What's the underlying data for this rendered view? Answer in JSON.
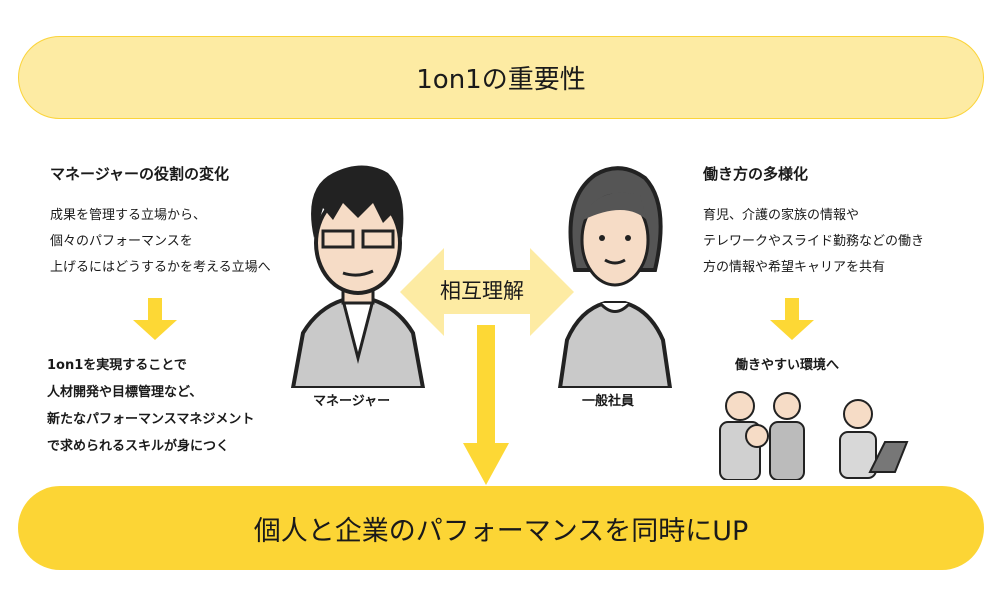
{
  "title": "1on1の重要性",
  "conclusion": "個人と企業のパフォーマンスを同時にUP",
  "center_label": "相互理解",
  "manager": {
    "heading": "マネージャーの役割の変化",
    "lines": [
      "成果を管理する立場から、",
      "個々のパフォーマンスを",
      "上げるにはどうするかを考える立場へ"
    ],
    "result_lines": [
      "1on1を実現することで",
      "人材開発や目標管理など、",
      "新たなパフォーマンスマネジメント",
      "で求められるスキルが身につく"
    ],
    "figure_label": "マネージャー"
  },
  "employee": {
    "heading": "働き方の多様化",
    "lines": [
      "育児、介護の家族の情報や",
      "テレワークやスライド勤務などの働き",
      "方の情報や希望キャリアを共有"
    ],
    "result": "働きやすい環境へ",
    "figure_label": "一般社員"
  },
  "colors": {
    "light_yellow": "#fdeba3",
    "yellow": "#fcd535",
    "arrow": "#fdd835"
  }
}
